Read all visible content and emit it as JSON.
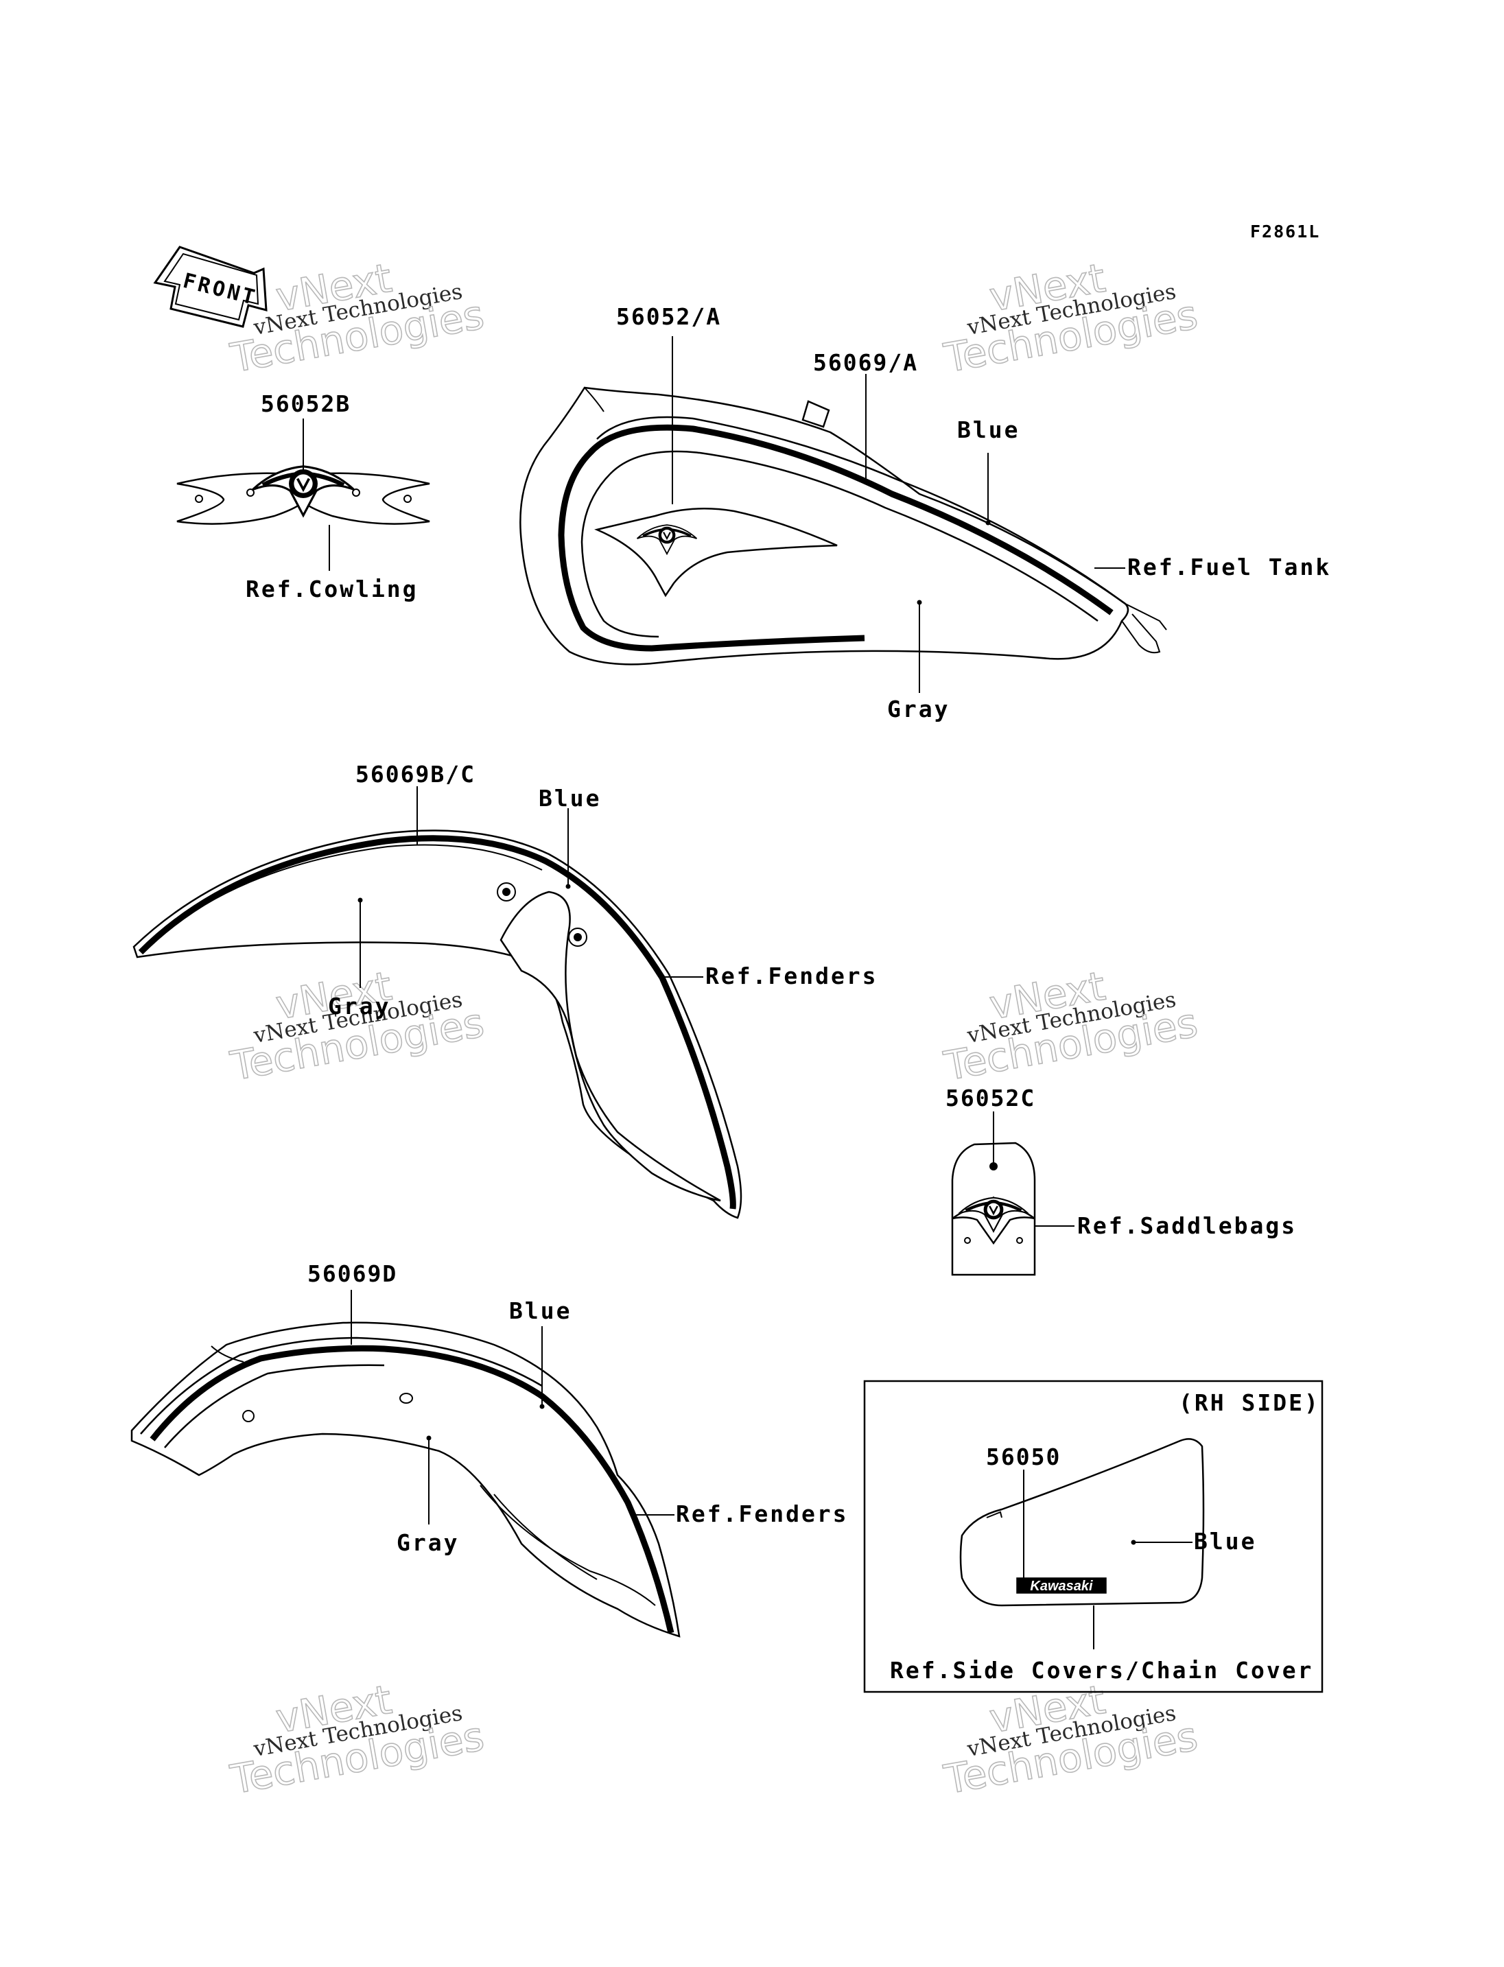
{
  "figure_code": "F2861L",
  "front_arrow_label": "FRONT",
  "watermark": {
    "line1": "vNext Technologies",
    "line2": "vNext",
    "line3": "Technologies"
  },
  "cowling": {
    "part": "56052B",
    "ref": "Ref.Cowling"
  },
  "fuel_tank": {
    "emblem_part": "56052/A",
    "stripe_part": "56069/A",
    "top_color": "Blue",
    "bottom_color": "Gray",
    "ref": "Ref.Fuel Tank"
  },
  "front_fender": {
    "part": "56069B/C",
    "top_color": "Blue",
    "bottom_color": "Gray",
    "ref": "Ref.Fenders"
  },
  "saddlebag": {
    "part": "56052C",
    "ref": "Ref.Saddlebags"
  },
  "rear_fender": {
    "part": "56069D",
    "top_color": "Blue",
    "bottom_color": "Gray",
    "ref": "Ref.Fenders"
  },
  "side_cover": {
    "box_title": "(RH SIDE)",
    "part": "56050",
    "color": "Blue",
    "brand_text": "Kawasaki",
    "ref": "Ref.Side Covers/Chain Cover"
  }
}
